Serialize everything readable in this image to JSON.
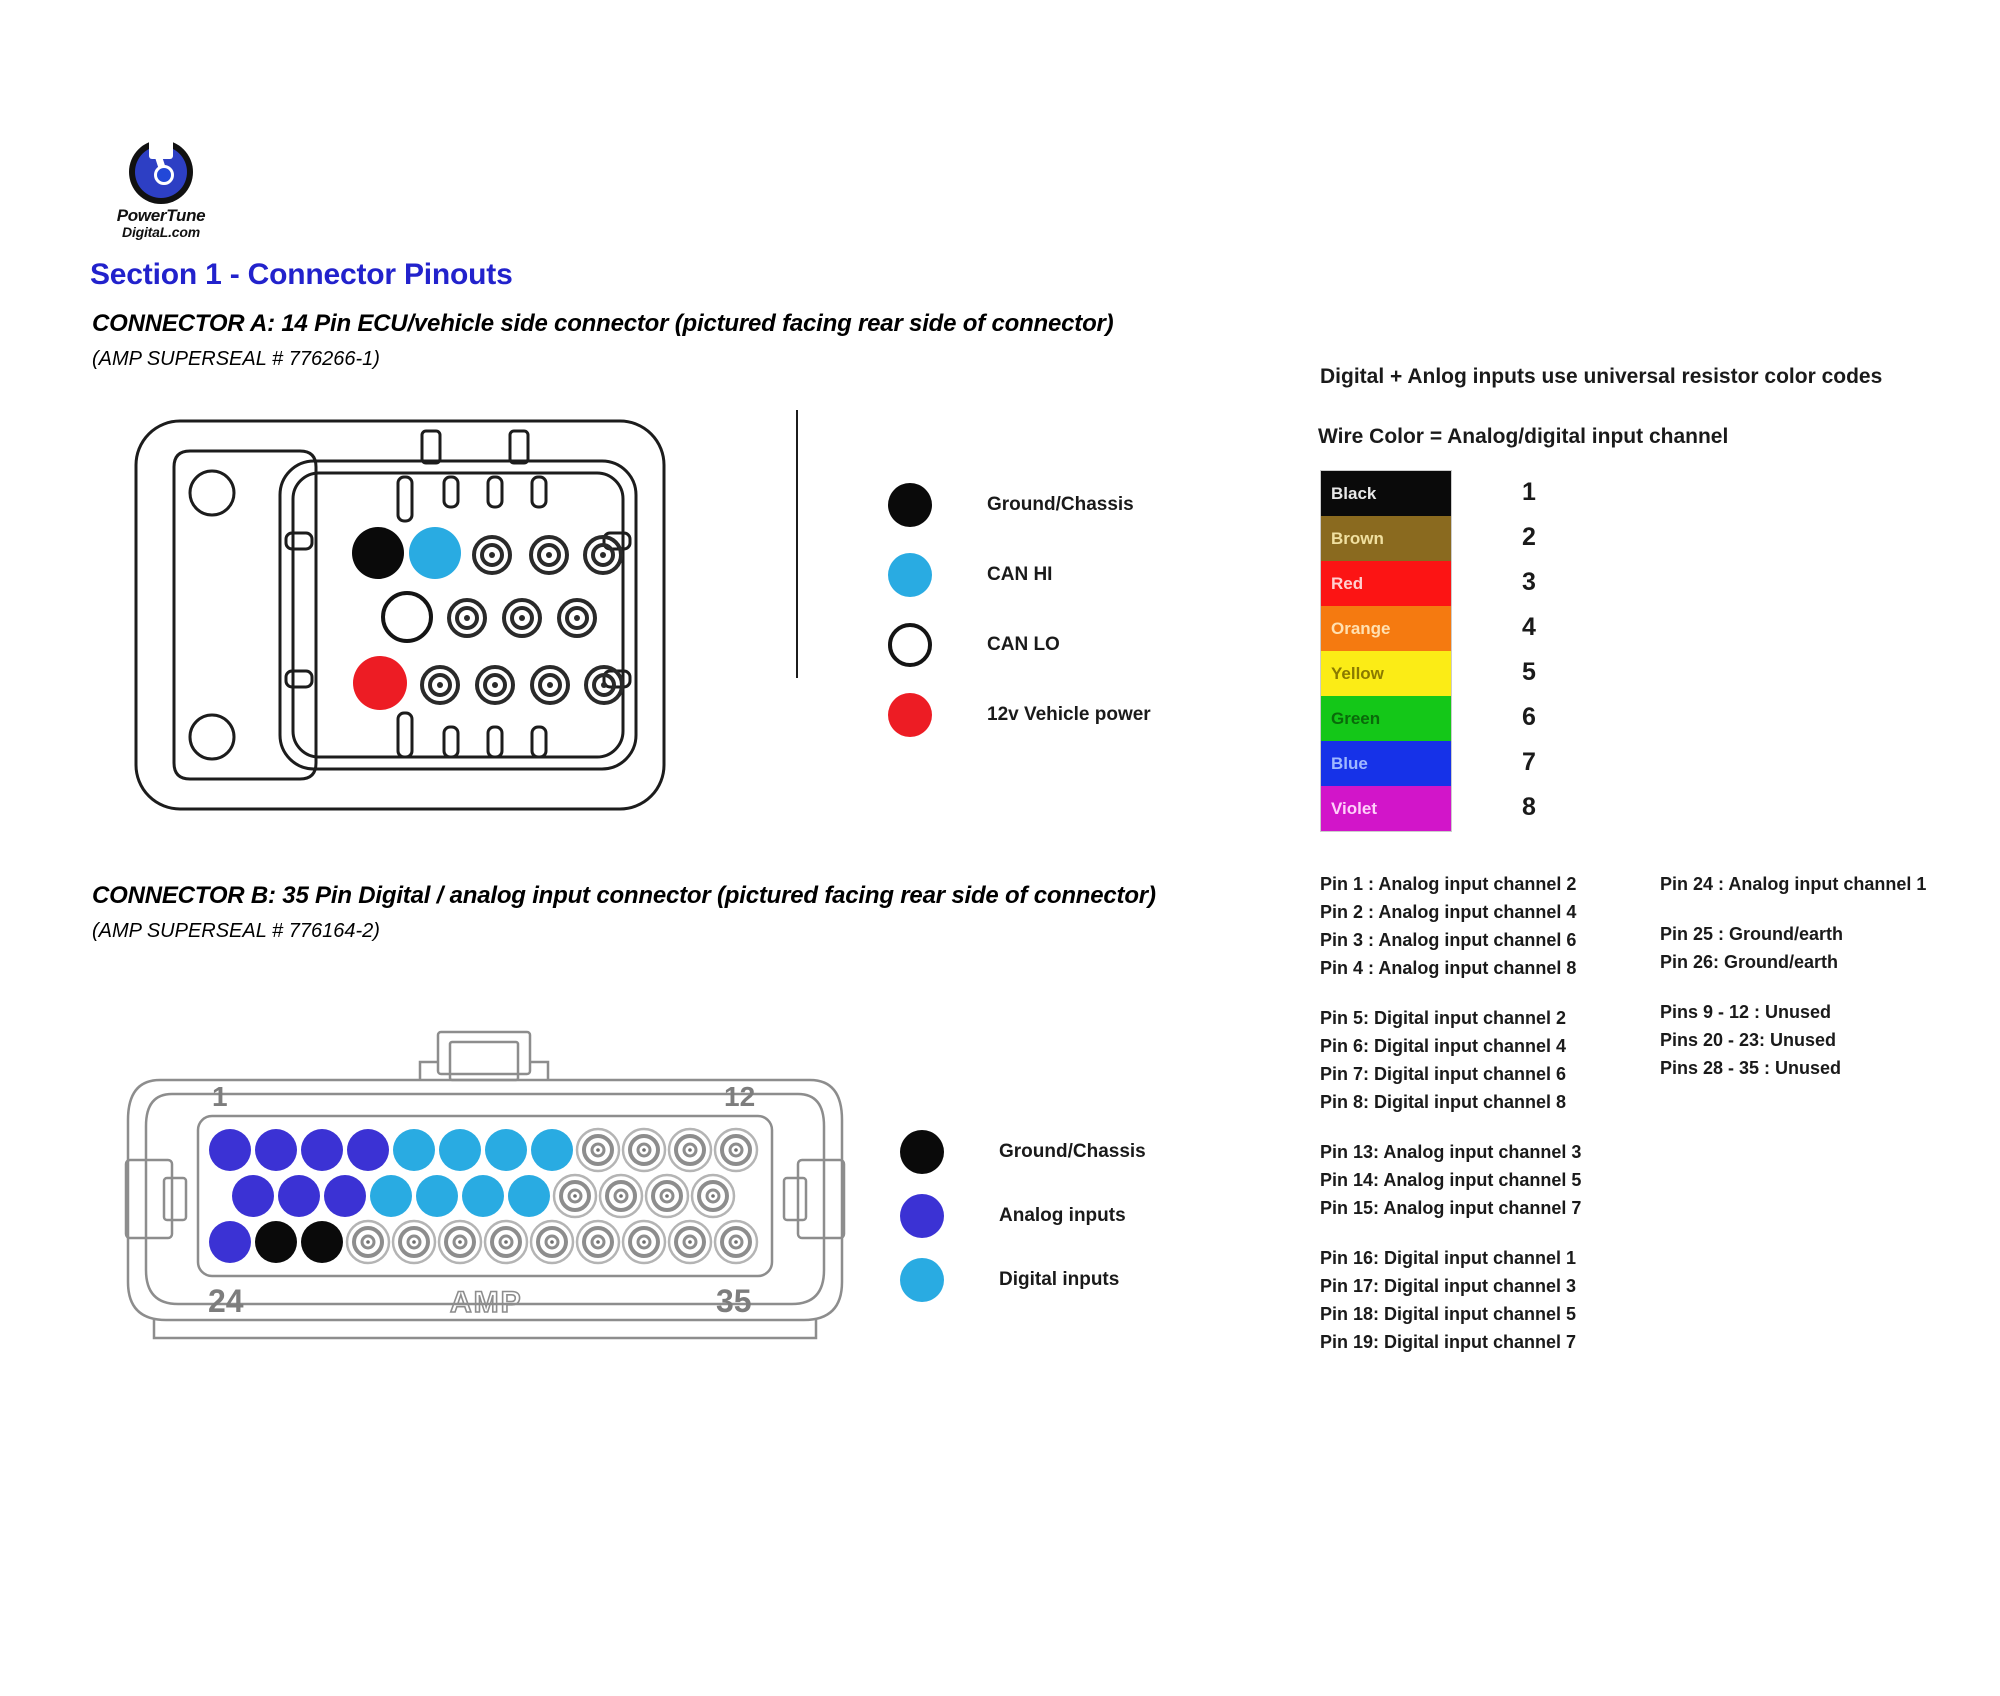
{
  "logo": {
    "icon": "powertune-gauge-icon",
    "line1": "PowerTune",
    "line2": "DigitaL.com"
  },
  "section": {
    "title": "Section 1 - Connector Pinouts",
    "title_color": "#2222cc"
  },
  "connector_a": {
    "heading": "CONNECTOR A: 14 Pin ECU/vehicle side connector (pictured facing rear side of connector)",
    "subheading": "(AMP SUPERSEAL # 776266-1)",
    "legend": [
      {
        "color": "#0a0a0a",
        "style": "filled",
        "label": "Ground/Chassis"
      },
      {
        "color": "#29abe2",
        "style": "filled",
        "label": "CAN HI"
      },
      {
        "color": "#ffffff",
        "style": "outline",
        "label": "CAN LO"
      },
      {
        "color": "#ed1c24",
        "style": "filled",
        "label": "12v Vehicle power"
      }
    ],
    "pin_rows": [
      [
        "black",
        "cyan",
        "gray",
        "gray",
        "gray"
      ],
      [
        "white",
        "gray",
        "gray",
        "gray"
      ],
      [
        "red",
        "gray",
        "gray",
        "gray",
        "gray"
      ]
    ]
  },
  "connector_b": {
    "heading": "CONNECTOR B: 35 Pin Digital / analog input connector  (pictured facing rear side of connector)",
    "subheading": "(AMP SUPERSEAL # 776164-2)",
    "corner_labels": {
      "top_left": "1",
      "top_right": "12",
      "bottom_left": "24",
      "bottom_right": "35"
    },
    "brand_text": "AMP",
    "legend": [
      {
        "color": "#0a0a0a",
        "label": "Ground/Chassis"
      },
      {
        "color": "#3b32d4",
        "label": "Analog inputs"
      },
      {
        "color": "#29abe2",
        "label": "Digital inputs"
      }
    ],
    "pin_rows": [
      [
        "analog",
        "analog",
        "analog",
        "analog",
        "digital",
        "digital",
        "digital",
        "digital",
        "gray",
        "gray",
        "gray",
        "gray"
      ],
      [
        "analog",
        "analog",
        "analog",
        "digital",
        "digital",
        "digital",
        "digital",
        "gray",
        "gray",
        "gray",
        "gray"
      ],
      [
        "analog",
        "black",
        "black",
        "gray",
        "gray",
        "gray",
        "gray",
        "gray",
        "gray",
        "gray",
        "gray",
        "gray"
      ]
    ]
  },
  "color_code": {
    "title": "Digital + Anlog inputs use universal resistor color codes",
    "subtitle": "Wire Color  =   Analog/digital input channel",
    "rows": [
      {
        "name": "Black",
        "bg": "#0a0a0a",
        "fg": "#e8e8e8",
        "channel": "1"
      },
      {
        "name": "Brown",
        "bg": "#8a6a1f",
        "fg": "#f0e0a0",
        "channel": "2"
      },
      {
        "name": "Red",
        "bg": "#fc1414",
        "fg": "#ffd0d0",
        "channel": "3"
      },
      {
        "name": "Orange",
        "bg": "#f57a10",
        "fg": "#ffe0b0",
        "channel": "4"
      },
      {
        "name": "Yellow",
        "bg": "#fbec16",
        "fg": "#8a7a00",
        "channel": "5"
      },
      {
        "name": "Green",
        "bg": "#14c718",
        "fg": "#0a6a0a",
        "channel": "6"
      },
      {
        "name": "Blue",
        "bg": "#1632e8",
        "fg": "#a0b8ff",
        "channel": "7"
      },
      {
        "name": "Violet",
        "bg": "#d215c9",
        "fg": "#ffd0fa",
        "channel": "8"
      }
    ]
  },
  "pin_assignments": {
    "left_column": [
      "Pin 1 : Analog input channel 2",
      "Pin 2 : Analog input channel 4",
      "Pin 3 : Analog input channel 6",
      "Pin 4 : Analog input channel 8",
      "",
      "Pin 5: Digital input channel 2",
      "Pin 6: Digital input channel 4",
      "Pin 7: Digital input channel 6",
      "Pin 8: Digital input channel 8",
      "",
      "Pin 13: Analog input channel 3",
      "Pin 14: Analog input channel 5",
      "Pin 15: Analog input channel 7",
      "",
      "Pin 16: Digital input channel 1",
      "Pin 17: Digital input channel 3",
      "Pin 18: Digital input channel 5",
      "Pin 19: Digital input channel 7"
    ],
    "right_column": [
      "Pin 24 : Analog input channel 1",
      "",
      "Pin 25 : Ground/earth",
      "Pin 26: Ground/earth",
      "",
      "Pins 9 - 12 : Unused",
      "Pins 20 - 23: Unused",
      "Pins 28 - 35 : Unused"
    ]
  }
}
